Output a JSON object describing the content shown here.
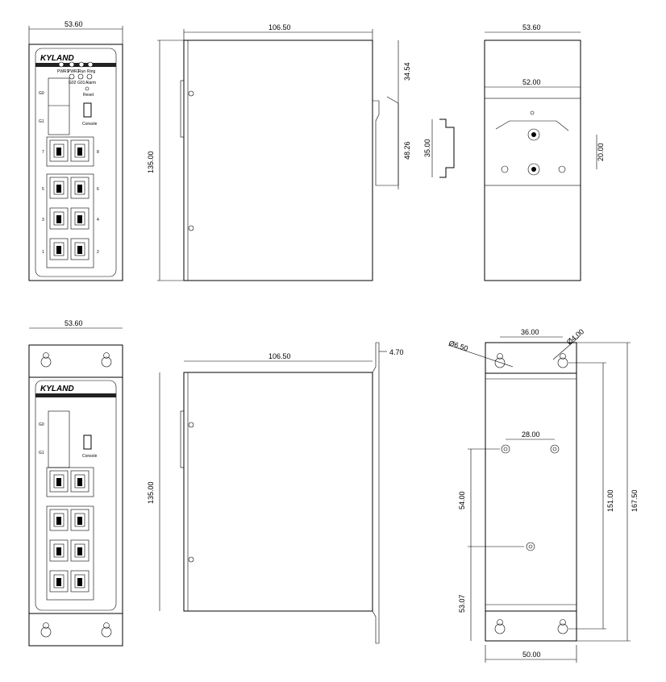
{
  "brand": "KYLAND",
  "front_panel": {
    "leds_top": [
      "PWR1",
      "PWR2",
      "Run",
      "Ring"
    ],
    "leds_bottom": [
      "G02",
      "G01",
      "Alarm"
    ],
    "reset_label": "Reset",
    "console_label": "Console",
    "sfp_labels": [
      "G0",
      "G1"
    ],
    "port_numbers": [
      "7",
      "8",
      "5",
      "6",
      "3",
      "4",
      "1",
      "2"
    ]
  },
  "dimensions_top": {
    "front_width": "53.60",
    "front_height": "135.00",
    "side_depth": "106.50",
    "rail_offset": "34.54",
    "rail_clip_height": "48.26",
    "rail_profile": "35.00",
    "back_width": "53.60",
    "rail_width": "52.00",
    "screw_spacing": "20.00"
  },
  "dimensions_bottom": {
    "front_width": "53.60",
    "front_height": "135.00",
    "side_depth": "106.50",
    "bracket_thickness": "4.70",
    "hole_large": "Ø6.50",
    "hole_spacing_top": "36.00",
    "hole_small": "Ø4.00",
    "screw_spacing_top": "28.00",
    "vertical_54": "54.00",
    "vertical_151": "151.00",
    "total_height": "167.50",
    "vertical_53": "53.07",
    "bottom_width": "50.00"
  }
}
